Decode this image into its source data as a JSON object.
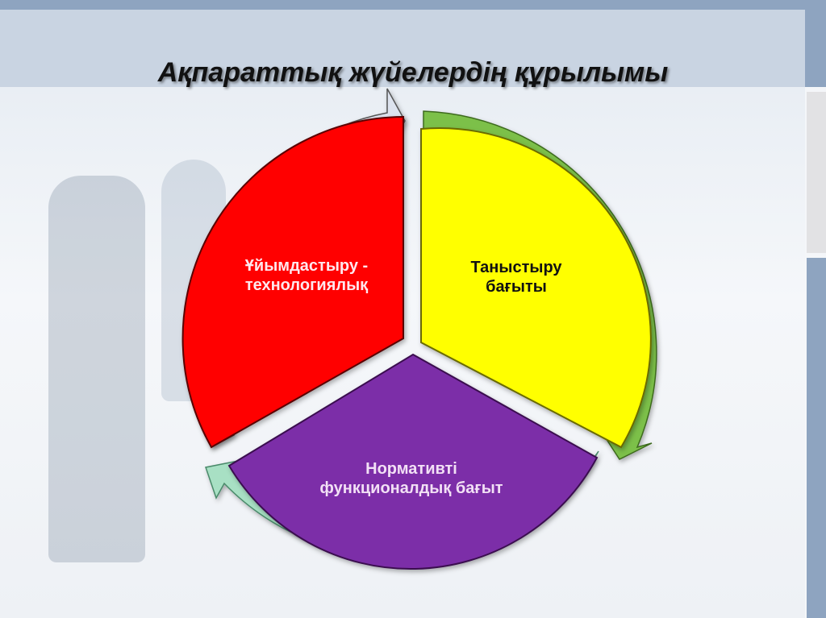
{
  "slide": {
    "title": "Ақпараттық жүйелердің құрылымы"
  },
  "diagram": {
    "type": "cycle",
    "segments": [
      {
        "id": "organizational",
        "label_line1": "Ұйымдастыру -",
        "label_line2": "технологиялық",
        "fill": "#ff0000",
        "text_color": "#ffe8ee",
        "arrow_color": "#dde3ee"
      },
      {
        "id": "introductory",
        "label_line1": "Таныстыру",
        "label_line2": "бағыты",
        "fill": "#ffff00",
        "text_color": "#111111",
        "arrow_color": "#7cc04a"
      },
      {
        "id": "normative",
        "label_line1": "Нормативті",
        "label_line2": "функционалдық бағыт",
        "fill": "#7b2fa8",
        "text_color": "#f2e0f5",
        "arrow_color": "#a8e0c4"
      }
    ]
  },
  "colors": {
    "title_bar": "#c9d4e2",
    "accent_blue": "#8ea4c0"
  }
}
